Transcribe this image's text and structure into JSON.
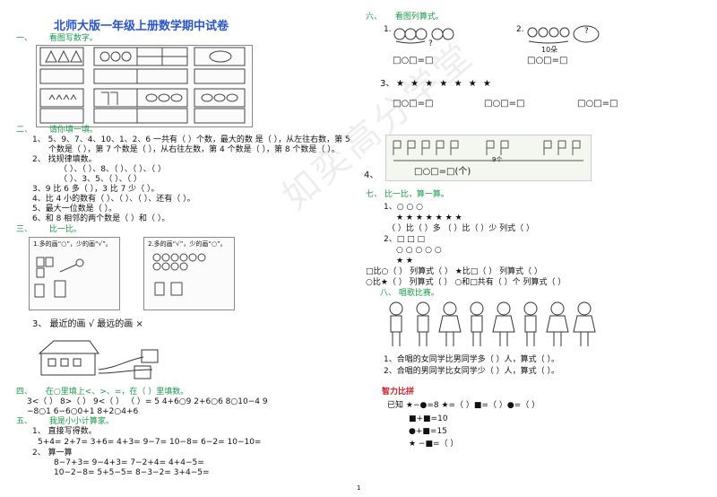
{
  "title": "北师大版一年级上册数学期中试卷",
  "s1": {
    "head": "一、",
    "label": "看图写数字。"
  },
  "s2": {
    "head": "二、",
    "label": "请你填一填。",
    "q1a": "1、      5、9、7、4、10、1、2、6 一共有（     ）个数，最大的数 是（     ），从左往右数，第 5",
    "q1b": "个数是（     ），第 7 个数是（     ），从右往左数，第 4 个数是（     ），第 8 个数是（        ）。",
    "q2": "2、      找规律填数。",
    "q2a": "（    ）、（    ）、8、（    ）、（    ）、（    ）",
    "q2b": "（    ）、3、5、（    ）、（    ）",
    "q3": "3、9 比 6 多（     ），3 比 7 少（     ）。",
    "q4": "4、比 4 小的数有（     ）、（     ）、（     ）、还有（     ）。",
    "q5": "5、最大一位数是（     ）。",
    "q6": "6、和 8 相邻的两个数是（     ）和（     ）。"
  },
  "s3": {
    "head": "三、",
    "label": "比一比。",
    "box1": "1.多的画“○”，少的画“√”。",
    "box2": "2.多的画“√”，少的画“○”。",
    "q3": "3、    最近的画 √ 最远的画 ×"
  },
  "s4": {
    "head": "四、",
    "label": "在○里填上<、>、=，在（  ）里填数。",
    "r1": "3<（    ）      8>（    ）      9<（    ）      （    ）= 5      4+6○9         2+6○6         8○10−4          9",
    "r2": "−8○1         6−6○0+1        8+2○4+6"
  },
  "s5": {
    "head": "五、",
    "label": "我是小小计算家。",
    "q1": "1、      直接写得数。",
    "r1": "5+4=    2+7=    3+6=    4+3=      9−7=       10−8=      6−2=    10−10=",
    "q2": "2、      算一算",
    "r2": "8−7+3=        9−4+3=         7−2+4=       4+4−5=",
    "r3": "10−2−8=       5+5−5=         8−3−2=       3+4−5="
  },
  "s6": {
    "head": "六、",
    "label": "看图列算式。",
    "n1": "1.",
    "n2": "2.",
    "qmark": "?",
    "q10": "10朵",
    "eq1": "□○□=□",
    "eq2": "□○□=□",
    "n3": "3、",
    "stars": "★ ★ ★ ★    ★ ★ ★",
    "eq3": "□○□=□",
    "eq4": "□○□=□",
    "eq5": "□○□=□",
    "nine": "9个",
    "n4": "4、",
    "eq6": "□○□=□(个)"
  },
  "s7": {
    "head": "七、",
    "label": "比一比，算一算。",
    "l1": "1、○    ○    ○",
    "l2": "★    ★    ★    ★    ★    ★    ★",
    "l3": "（     ）比（     ）多        （     ）比（     ）少     列式（                          ）",
    "l4": "2、□    □    □",
    "l5": "○    ○    ○    ○    ○",
    "l6": "★    ★",
    "l7": "□比○（     ）     列算式（                      ）         ★比□（     ）      列算式（                       ）",
    "l8": "○比★（     ）     列算式（                      ）      ○和□共有（     ）个      列算式（                       ）"
  },
  "s8": {
    "head": "八、",
    "label": "唱歌比赛。",
    "q1": "1、合唱的女同学比男同学多（     ）人，算式（                           ）。",
    "q2": "2、合唱的男同学比女同学少（     ）人，算式（                          ）。"
  },
  "bonus": {
    "title": "智力比拼",
    "r1": "已知  ★−●=8             ★=（     ）■=（     ）●=（     ）",
    "r2": "■+■=10",
    "r3": "●+■=15",
    "r4": "★ −■=（     ）"
  },
  "page_num": "1",
  "watermark": "如奕高分学堂",
  "colors": {
    "green": "#1a9a4a",
    "red": "#d0202a",
    "title": "#2b55c8"
  }
}
